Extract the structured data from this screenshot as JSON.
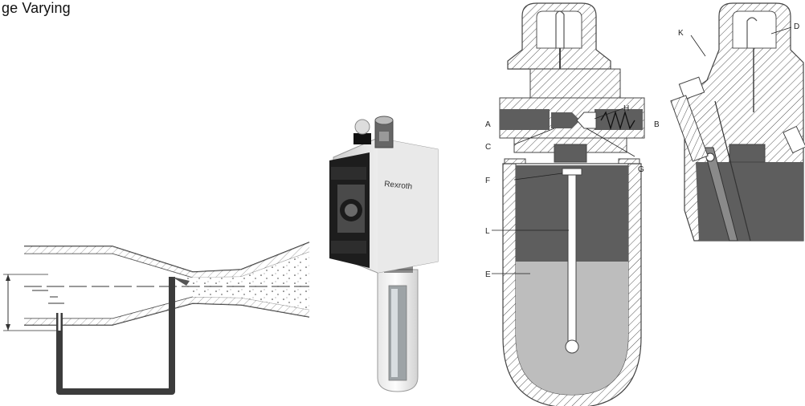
{
  "header": {
    "text": "ge Varying"
  },
  "product": {
    "brand": "Rexroth"
  },
  "labels": {
    "A": "A",
    "B": "B",
    "C": "C",
    "D": "D",
    "E": "E",
    "F": "F",
    "G": "G",
    "H": "H",
    "K": "K",
    "L": "L"
  },
  "colors": {
    "oil_dark": "#5e5e5e",
    "oil_light": "#bdbdbd",
    "hatch": "#555555",
    "tube": "#404040"
  }
}
